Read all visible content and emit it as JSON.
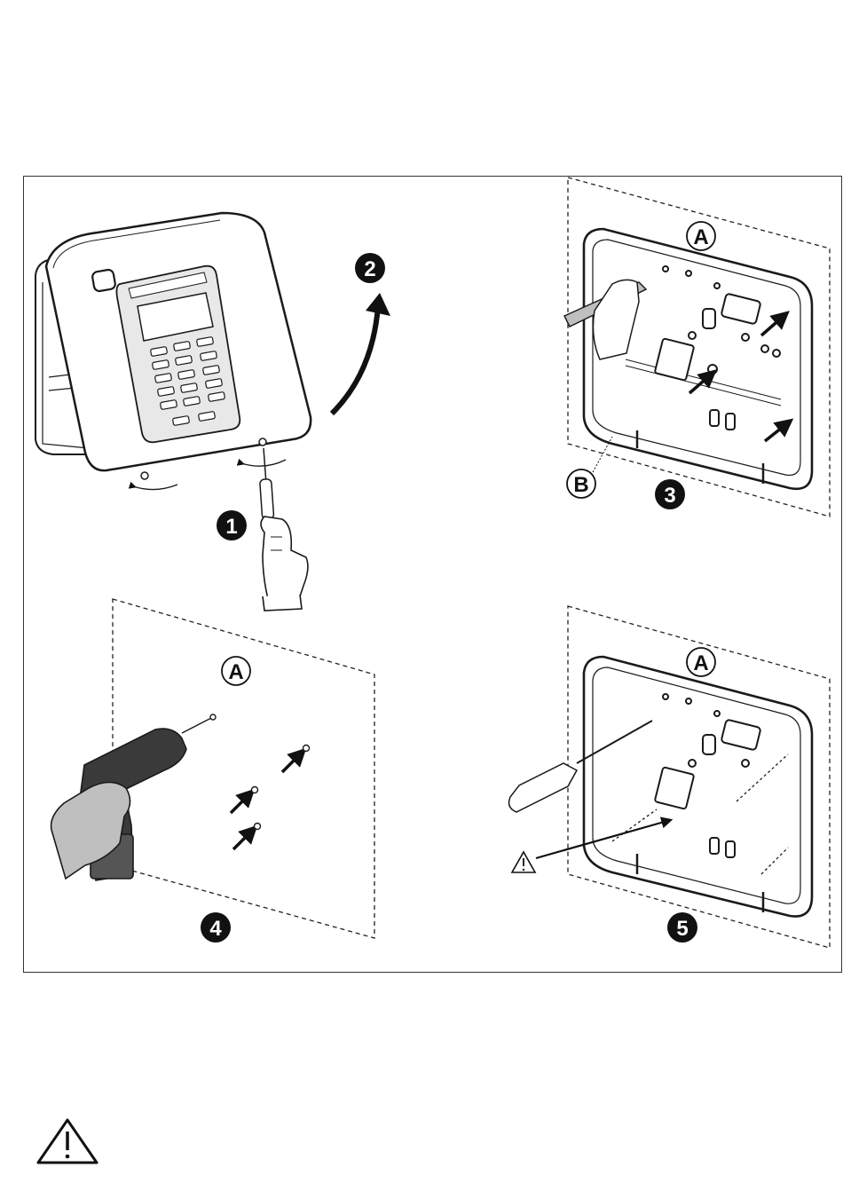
{
  "steps": [
    {
      "number": "1"
    },
    {
      "number": "2"
    },
    {
      "number": "3"
    },
    {
      "number": "4"
    },
    {
      "number": "5"
    }
  ],
  "labels": {
    "a": "A",
    "b": "B"
  },
  "colors": {
    "line": "#1a1a1a",
    "panel_fill": "#ffffff",
    "keypad_fill": "#e8e8e8",
    "glove": "#bfbfbf",
    "drill_body": "#3a3a3a",
    "badge": "#111111"
  },
  "icons": [
    "warning-triangle-icon",
    "screwdriver-icon",
    "drill-icon",
    "hand-icon",
    "curved-arrow-icon"
  ]
}
